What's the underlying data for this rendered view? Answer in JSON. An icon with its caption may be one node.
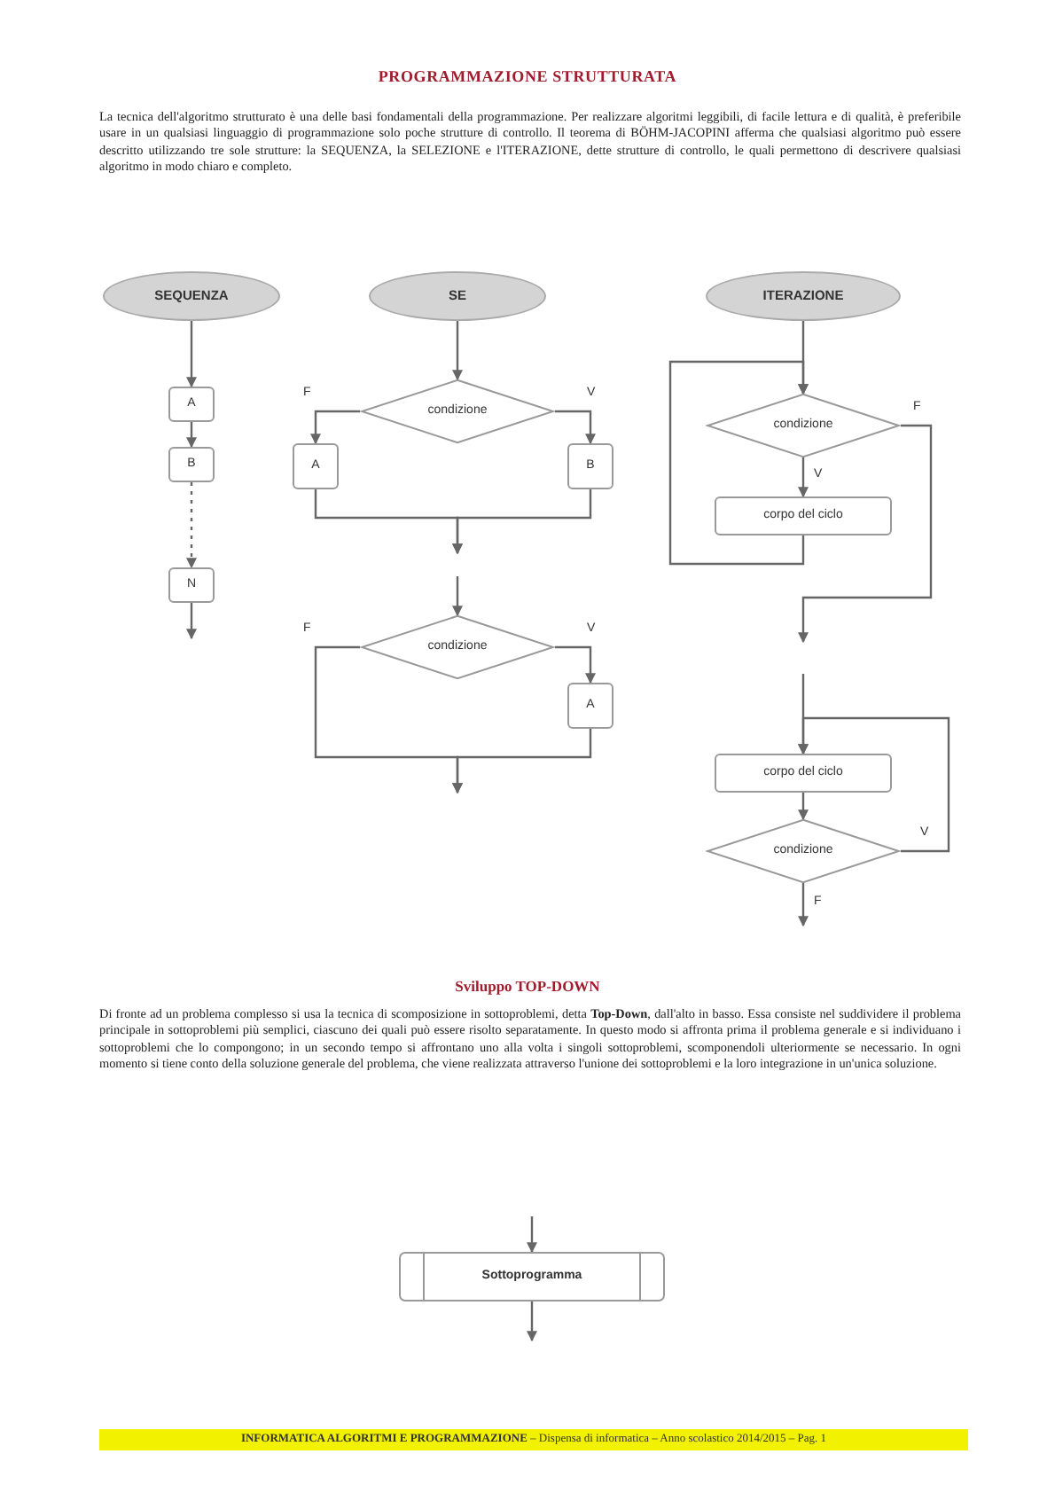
{
  "diagram": {
    "title": "PROGRAMMAZIONE STRUTTURATA",
    "nodes": [
      {
        "text": [
          "SEQUENZA"
        ]
      },
      {
        "text": [
          "A"
        ]
      },
      {
        "text": [
          "B"
        ]
      },
      {
        "text": [
          "N"
        ]
      },
      {
        "text": [
          "SE"
        ]
      },
      {
        "text": [
          "condizione"
        ]
      },
      {
        "text": [
          "A"
        ]
      },
      {
        "text": [
          "B"
        ]
      },
      {
        "text": [
          "condizione"
        ]
      },
      {
        "text": [
          "A"
        ]
      },
      {
        "text": [
          "ITERAZIONE"
        ]
      },
      {
        "text": [
          "condizione"
        ]
      },
      {
        "text": [
          "corpo del ciclo"
        ]
      },
      {
        "text": [
          "corpo del ciclo"
        ]
      },
      {
        "text": [
          "condizione"
        ]
      },
      {
        "text": [
          "Sottoprogramma"
        ]
      }
    ],
    "edges": [
      {
        "from": 0,
        "to": 1,
        "arrow": "to"
      },
      {
        "from": 1,
        "to": 2,
        "arrow": "to"
      },
      {
        "from": 2,
        "to": 3,
        "arrow": "to",
        "style": "dashed"
      },
      {
        "from": 3,
        "to": null,
        "arrow": "to"
      },
      {
        "from": 4,
        "to": 5,
        "arrow": "to"
      },
      {
        "from": 5,
        "to": 6,
        "arrow": "to",
        "label": "F"
      },
      {
        "from": 5,
        "to": 7,
        "arrow": "to",
        "label": "V"
      },
      {
        "from": 6,
        "to": null,
        "arrow": "to"
      },
      {
        "from": 7,
        "to": null,
        "arrow": "to"
      },
      {
        "from": null,
        "to": 8,
        "arrow": "to"
      },
      {
        "from": 8,
        "to": 9,
        "arrow": "to",
        "label": "V"
      },
      {
        "from": 8,
        "to": null,
        "arrow": "to",
        "label": "F"
      },
      {
        "from": 9,
        "to": null,
        "arrow": "to"
      },
      {
        "from": 10,
        "to": 11,
        "arrow": "to"
      },
      {
        "from": 11,
        "to": 12,
        "arrow": "to",
        "label": "V"
      },
      {
        "from": 12,
        "to": 11,
        "arrow": "to"
      },
      {
        "from": 11,
        "to": null,
        "arrow": "to",
        "label": "F"
      },
      {
        "from": null,
        "to": 13,
        "arrow": "to"
      },
      {
        "from": 13,
        "to": 14,
        "arrow": "to"
      },
      {
        "from": 14,
        "to": 13,
        "arrow": "to",
        "label": "V"
      },
      {
        "from": 14,
        "to": null,
        "arrow": "to",
        "label": "F"
      },
      {
        "from": null,
        "to": 15,
        "arrow": "to"
      },
      {
        "from": 15,
        "to": null,
        "arrow": "to"
      }
    ],
    "labels": [
      "La tecnica dell'algoritmo strutturato è una delle basi fondamentali della programmazione. Per realizzare algoritmi leggibili, di facile lettura e di qualità, è preferibile usare in un qualsiasi linguaggio di programmazione solo poche strutture di controllo. Il teorema di BÖHM-JACOPINI afferma che qualsiasi algoritmo può essere descritto utilizzando tre sole strutture: la SEQUENZA, la SELEZIONE e l'ITERAZIONE, dette strutture di controllo, le quali permettono di descrivere qualsiasi algoritmo in modo chiaro e completo.",
      "Sviluppo TOP-DOWN",
      "Di fronte ad un problema complesso si usa la tecnica di scomposizione in sottoproblemi, detta **Top-Down**, dall'alto in basso. Essa consiste nel suddividere il problema principale in sottoproblemi più semplici, ciascuno dei quali può essere risolto separatamente. In questo modo si affronta prima il problema generale e si individuano i sottoproblemi che lo compongono; in un secondo tempo si affrontano uno alla volta i singoli sottoproblemi, scomponendoli ulteriormente se necessario. In ogni momento si tiene conto della soluzione generale del problema, che viene realizzata attraverso l'unione dei sottoproblemi e la loro integrazione in un'unica soluzione.",
      "**INFORMATICA ALGORITMI E PROGRAMMAZIONE** – Dispensa di informatica – Anno scolastico 2014/2015 – Pag. 1"
    ]
  }
}
